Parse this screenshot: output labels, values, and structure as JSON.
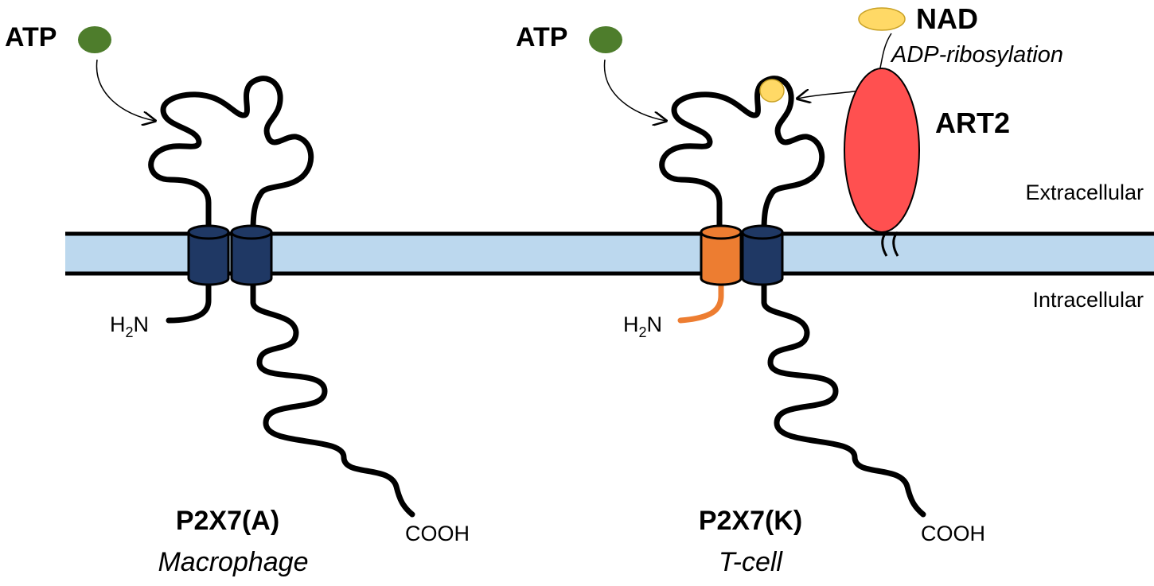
{
  "compartments": {
    "extracellular": "Extracellular",
    "intracellular": "Intracellular"
  },
  "left_receptor": {
    "ligand": "ATP",
    "nterm_base": "H",
    "nterm_sub": "2",
    "nterm_tail": "N",
    "cterm": "COOH",
    "name": "P2X7(A)",
    "cell": "Macrophage"
  },
  "right_receptor": {
    "ligand": "ATP",
    "nterm_base": "H",
    "nterm_sub": "2",
    "nterm_tail": "N",
    "cterm": "COOH",
    "name": "P2X7(K)",
    "cell": "T-cell"
  },
  "modification": {
    "donor": "NAD",
    "process": "ADP-ribosylation",
    "enzyme": "ART2"
  },
  "colors": {
    "membrane_fill": "#bcd8ee",
    "membrane_line": "#000000",
    "helix_navy": "#1f3864",
    "helix_orange": "#ed7d31",
    "atp_green": "#4e7d2c",
    "nad_yellow": "#ffd966",
    "art2_red": "#ff5050"
  }
}
